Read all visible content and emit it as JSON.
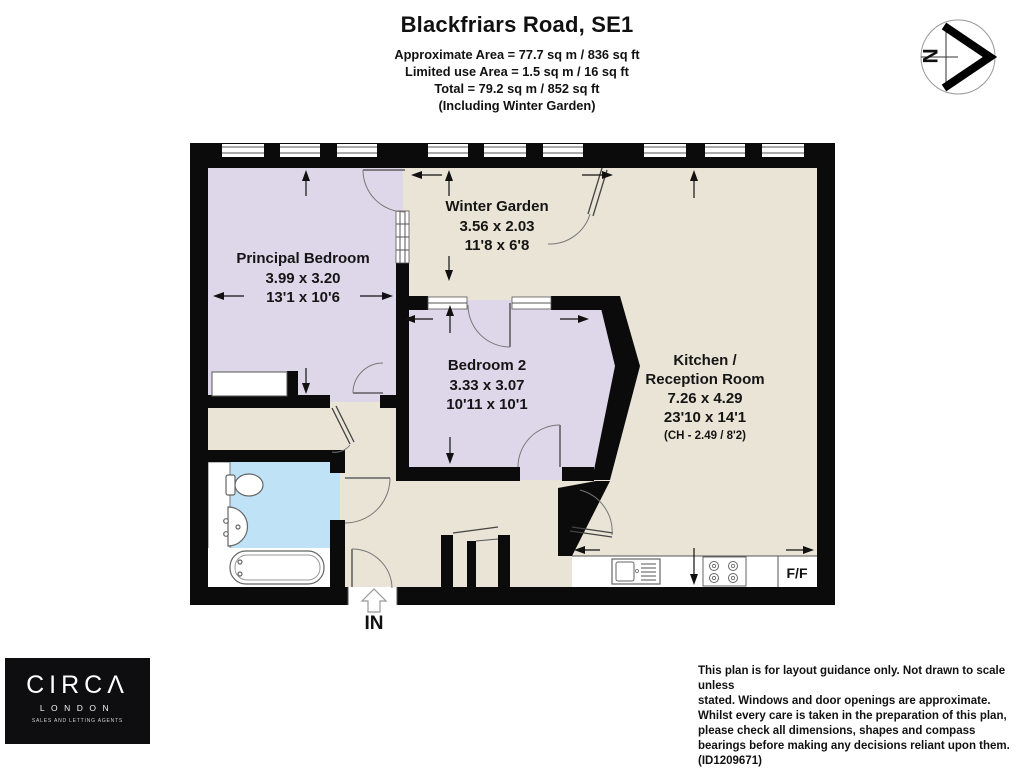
{
  "header": {
    "title": "Blackfriars Road, SE1",
    "lines": [
      "Approximate Area = 77.7 sq m / 836 sq ft",
      "Limited use Area = 1.5 sq m / 16 sq ft",
      "Total = 79.2 sq m / 852 sq ft",
      "(Including Winter Garden)"
    ]
  },
  "compass": {
    "north_label": "N"
  },
  "plan": {
    "rooms": {
      "principal_bedroom": {
        "name": "Principal Bedroom",
        "metric": "3.99 x 3.20",
        "imperial": "13'1 x 10'6"
      },
      "winter_garden": {
        "name": "Winter Garden",
        "metric": "3.56 x 2.03",
        "imperial": "11'8 x 6'8"
      },
      "bedroom_2": {
        "name": "Bedroom 2",
        "metric": "3.33 x 3.07",
        "imperial": "10'11 x 10'1"
      },
      "kitchen_reception": {
        "name_line1": "Kitchen /",
        "name_line2": "Reception Room",
        "metric": "7.26 x 4.29",
        "imperial": "23'10 x 14'1",
        "ceiling_height": "(CH - 2.49 / 8'2)"
      }
    },
    "entrance_label": "IN",
    "fridge_freezer_label": "F/F",
    "colors": {
      "bedroom_fill": "#ded7ea",
      "living_fill": "#e9e4d5",
      "bathroom_fill": "#bfe2f6",
      "wall": "#0b0b0b"
    }
  },
  "footer": {
    "logo": {
      "brand": "CIRCΛ",
      "city": "LONDON",
      "tagline": "SALES AND LETTING AGENTS"
    },
    "disclaimer_lines": [
      "This plan is for layout guidance only. Not drawn to scale unless",
      "stated. Windows and door openings are approximate.",
      "Whilst every care is taken in the preparation of this plan,",
      "please check all dimensions, shapes and compass",
      "bearings before making any decisions reliant upon them. (ID1209671)"
    ]
  }
}
